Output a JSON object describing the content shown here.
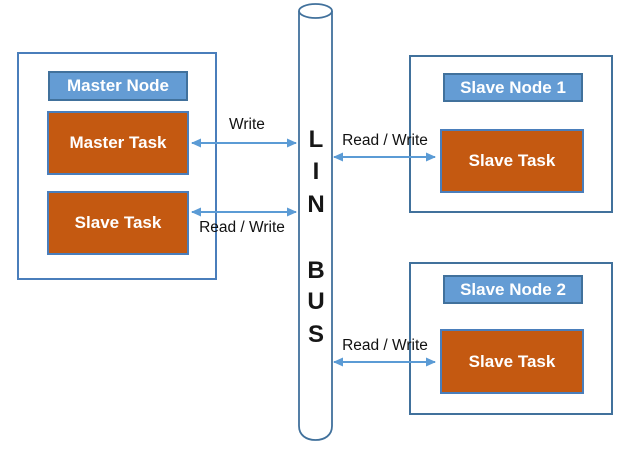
{
  "diagram_type": "LIN bus network diagram",
  "colors": {
    "node_border": "#4A7EBB",
    "slave_border": "#41719C",
    "header_fill": "#649CD4",
    "header_border": "#41719C",
    "task_fill": "#C45911",
    "task_border": "#4A7EBB",
    "arrow": "#5B9BD5",
    "bus_border": "#41719C",
    "label_text": "#111111",
    "box_text": "#FFFFFF"
  },
  "master_node": {
    "header": "Master Node",
    "tasks": [
      "Master Task",
      "Slave Task"
    ]
  },
  "slave_node_1": {
    "header": "Slave Node 1",
    "task": "Slave Task"
  },
  "slave_node_2": {
    "header": "Slave Node 2",
    "task": "Slave Task"
  },
  "bus": {
    "label": "LIN BUS",
    "letters": [
      "L",
      "I",
      "N",
      "B",
      "U",
      "S"
    ]
  },
  "connections": [
    {
      "from": "Master Task",
      "to": "LIN BUS",
      "label": "Write",
      "direction": "bidirectional"
    },
    {
      "from": "Slave Task (Master Node)",
      "to": "LIN BUS",
      "label": "Read / Write",
      "direction": "bidirectional"
    },
    {
      "from": "LIN BUS",
      "to": "Slave Task (Slave Node 1)",
      "label": "Read / Write",
      "direction": "bidirectional"
    },
    {
      "from": "LIN BUS",
      "to": "Slave Task (Slave Node 2)",
      "label": "Read / Write",
      "direction": "bidirectional"
    }
  ]
}
